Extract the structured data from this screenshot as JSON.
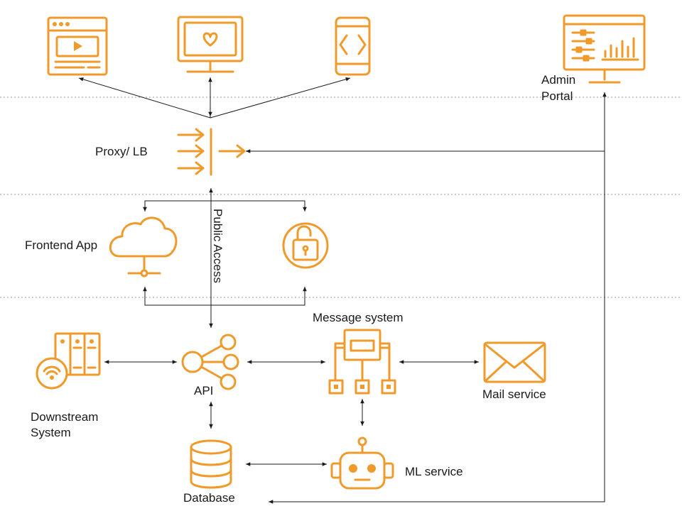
{
  "labels": {
    "admin_portal_line1": "Admin",
    "admin_portal_line2": "Portal",
    "proxy_lb": "Proxy/ LB",
    "frontend_app": "Frontend App",
    "public_access": "Public Access",
    "message_system": "Message system",
    "api": "API",
    "mail_service": "Mail service",
    "downstream_line1": "Downstream",
    "downstream_line2": "System",
    "database": "Database",
    "ml_service": "ML service"
  },
  "colors": {
    "icon": "#f09a2b",
    "line": "#1a1a1a",
    "separator": "#999999"
  },
  "icons": [
    "browser-video-icon",
    "monitor-heart-icon",
    "mobile-code-icon",
    "admin-dashboard-icon",
    "load-balancer-icon",
    "cloud-network-icon",
    "lock-icon",
    "server-storage-icon",
    "api-share-icon",
    "message-queue-icon",
    "mail-icon",
    "database-icon",
    "robot-icon"
  ]
}
